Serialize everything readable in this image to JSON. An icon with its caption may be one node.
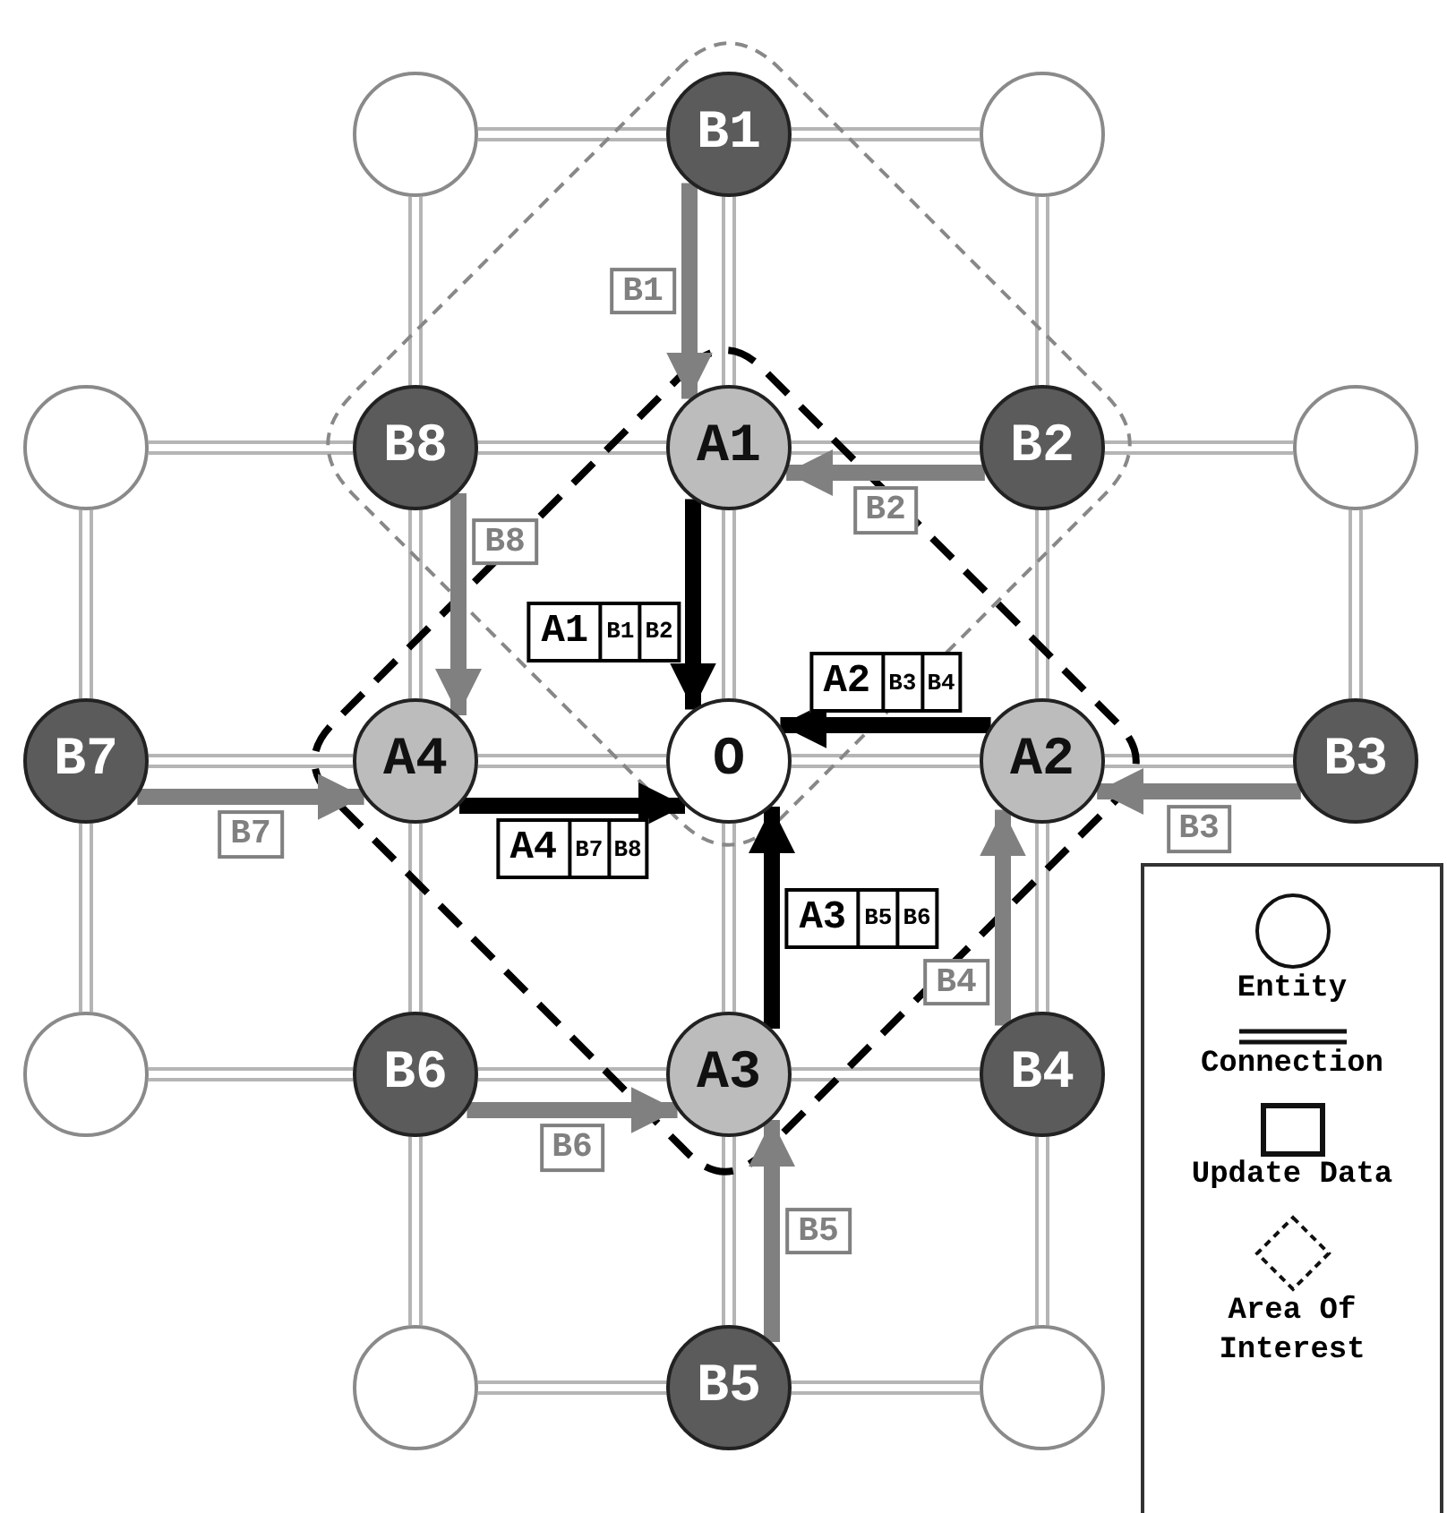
{
  "diagram": {
    "nodes": [
      {
        "text": [],
        "shape": "circle"
      },
      {
        "text": [
          "B1"
        ]
      },
      {
        "text": [],
        "shape": "circle"
      },
      {
        "text": [],
        "shape": "circle"
      },
      {
        "text": [
          "B8"
        ]
      },
      {
        "text": [
          "A1"
        ]
      },
      {
        "text": [
          "B2"
        ]
      },
      {
        "text": [],
        "shape": "circle"
      },
      {
        "text": [
          "B7"
        ]
      },
      {
        "text": [
          "A4"
        ]
      },
      {
        "text": [
          "O"
        ]
      },
      {
        "text": [
          "A2"
        ]
      },
      {
        "text": [
          "B3"
        ]
      },
      {
        "text": [],
        "shape": "circle"
      },
      {
        "text": [
          "B6"
        ]
      },
      {
        "text": [
          "A3"
        ]
      },
      {
        "text": [
          "B4"
        ]
      },
      {
        "text": [],
        "shape": "circle"
      },
      {
        "text": [
          "B5"
        ]
      },
      {
        "text": [],
        "shape": "circle"
      }
    ],
    "edges": [
      {
        "from": 0,
        "to": 1,
        "arrow": "none"
      },
      {
        "from": 1,
        "to": 2,
        "arrow": "none"
      },
      {
        "from": 3,
        "to": 4,
        "arrow": "none"
      },
      {
        "from": 4,
        "to": 5,
        "arrow": "none"
      },
      {
        "from": 5,
        "to": 6,
        "arrow": "none"
      },
      {
        "from": 6,
        "to": 7,
        "arrow": "none"
      },
      {
        "from": 8,
        "to": 9,
        "arrow": "none"
      },
      {
        "from": 9,
        "to": 10,
        "arrow": "none"
      },
      {
        "from": 10,
        "to": 11,
        "arrow": "none"
      },
      {
        "from": 11,
        "to": 12,
        "arrow": "none"
      },
      {
        "from": 13,
        "to": 14,
        "arrow": "none"
      },
      {
        "from": 14,
        "to": 15,
        "arrow": "none"
      },
      {
        "from": 15,
        "to": 16,
        "arrow": "none"
      },
      {
        "from": 17,
        "to": 18,
        "arrow": "none"
      },
      {
        "from": 18,
        "to": 19,
        "arrow": "none"
      },
      {
        "from": 3,
        "to": 8,
        "arrow": "none"
      },
      {
        "from": 8,
        "to": 13,
        "arrow": "none"
      },
      {
        "from": 0,
        "to": 4,
        "arrow": "none"
      },
      {
        "from": 4,
        "to": 9,
        "arrow": "none"
      },
      {
        "from": 9,
        "to": 14,
        "arrow": "none"
      },
      {
        "from": 14,
        "to": 17,
        "arrow": "none"
      },
      {
        "from": 1,
        "to": 5,
        "arrow": "none"
      },
      {
        "from": 5,
        "to": 10,
        "arrow": "none"
      },
      {
        "from": 10,
        "to": 15,
        "arrow": "none"
      },
      {
        "from": 15,
        "to": 18,
        "arrow": "none"
      },
      {
        "from": 2,
        "to": 6,
        "arrow": "none"
      },
      {
        "from": 6,
        "to": 11,
        "arrow": "none"
      },
      {
        "from": 11,
        "to": 16,
        "arrow": "none"
      },
      {
        "from": 16,
        "to": 19,
        "arrow": "none"
      },
      {
        "from": 7,
        "to": 12,
        "arrow": "none"
      },
      {
        "from": 1,
        "to": 5,
        "arrow": "to",
        "label": "B1",
        "style": "thick",
        "color": "#808080"
      },
      {
        "from": 6,
        "to": 5,
        "arrow": "to",
        "label": "B2",
        "style": "thick",
        "color": "#808080"
      },
      {
        "from": 12,
        "to": 11,
        "arrow": "to",
        "label": "B3",
        "style": "thick",
        "color": "#808080"
      },
      {
        "from": 16,
        "to": 11,
        "arrow": "to",
        "label": "B4",
        "style": "thick",
        "color": "#808080"
      },
      {
        "from": 18,
        "to": 15,
        "arrow": "to",
        "label": "B5",
        "style": "thick",
        "color": "#808080"
      },
      {
        "from": 14,
        "to": 15,
        "arrow": "to",
        "label": "B6",
        "style": "thick",
        "color": "#808080"
      },
      {
        "from": 8,
        "to": 9,
        "arrow": "to",
        "label": "B7",
        "style": "thick",
        "color": "#808080"
      },
      {
        "from": 4,
        "to": 9,
        "arrow": "to",
        "label": "B8",
        "style": "thick",
        "color": "#808080"
      },
      {
        "from": 5,
        "to": 10,
        "arrow": "to",
        "label": "A1 B1 B2",
        "style": "thick",
        "color": "#000000"
      },
      {
        "from": 11,
        "to": 10,
        "arrow": "to",
        "label": "A2 B3 B4",
        "style": "thick",
        "color": "#000000"
      },
      {
        "from": 15,
        "to": 10,
        "arrow": "to",
        "label": "A3 B5 B6",
        "style": "thick",
        "color": "#000000"
      },
      {
        "from": 9,
        "to": 10,
        "arrow": "to",
        "label": "A4 B7 B8",
        "style": "thick",
        "color": "#000000"
      }
    ],
    "legend": [
      {
        "text": "Entity"
      },
      {
        "text": "Connection"
      },
      {
        "text": "Update Data"
      },
      {
        "text": "Area Of Interest"
      }
    ]
  }
}
